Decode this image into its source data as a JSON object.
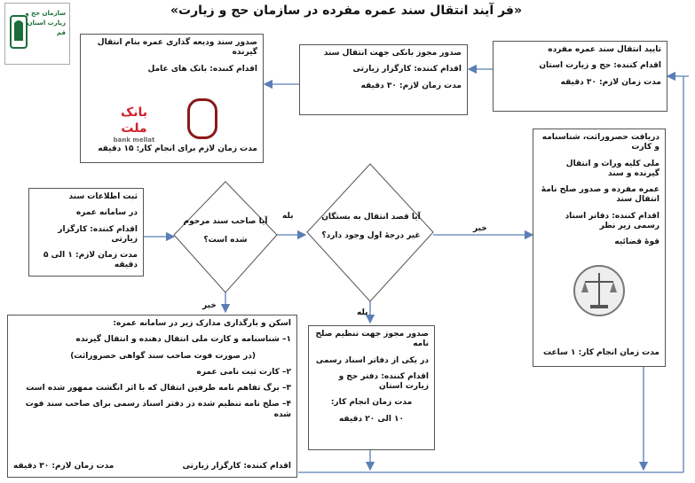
{
  "title": "«فر آیند انتقال سند عمره مفرده در سازمان حج و زیارت»",
  "logo": {
    "text": "سازمان حج و زیارت استان قم"
  },
  "boxes": {
    "confirm": {
      "title": "تایید انتقال سند عمره مفرده",
      "actor": "اقدام کننده: حج و زیارت استان",
      "time": "مدت زمان لازم: ۳۰ دقیقه"
    },
    "bank_permit": {
      "title": "صدور مجوز بانکی جهت انتقال سند",
      "actor": "اقدام کننده: کارگزار زیارتی",
      "time": "مدت زمان لازم: ۳۰ دقیقه"
    },
    "deposit": {
      "title": "صدور سند ودیعه گذاری عمره بنام انتقال گیرنده",
      "actor": "اقدام کننده: بانک های عامل",
      "time": "مدت زمان لازم برای انجام کار: ۱۵ دقیقه"
    },
    "register": {
      "line1": "ثبت اطلاعات سند",
      "line2": "در سامانه عمره",
      "actor": "اقدام کننده: کارگزار زیارتی",
      "time": "مدت زمان لازم: ۱ الی ۵ دقیقه"
    },
    "receive": {
      "line1": "دریافت حصروراثت، شناسنامه و کارت",
      "line2": "ملی کلیه وراث و انتقال گیرنده و سند",
      "line3": "عمره مفرده و صدور صلح نامهٔ انتقال سند",
      "actor": "اقدام کننده: دفاتر اسناد رسمی زیر نظر",
      "actor2": "قوهٔ قضائیه",
      "time": "مدت زمان انجام کار: ۱ ساعت"
    },
    "peace": {
      "line1": "صدور مجوز جهت تنظیم صلح نامه",
      "line2": "در یکی از دفاتر اسناد رسمی",
      "actor": "اقدام کننده: دفتر حج و زیارت استان",
      "time": "مدت زمان انجام کار:",
      "time2": "۱۰ الی ۲۰ دقیقه"
    },
    "scan": {
      "title": "اسکن و بارگذاری مدارک زیر در سامانه عمره:",
      "items": [
        "۱– شناسنامه و کارت ملی انتقال دهنده و انتقال گیرنده",
        "(در صورت فوت صاحب سند گواهی حصروراثت)",
        "۲– کارت ثبت نامی عمره",
        "۳– برگ تفاهم نامه طرفین انتقال که با اثر انگشت ممهور شده است",
        "۴– صلح نامه تنظیم شده در دفتر اسناد رسمی برای صاحب سند فوت شده"
      ],
      "actor": "اقدام کننده:   کارگزار زیارتی",
      "time": "مدت زمان لازم: ۳۰ دقیقه"
    }
  },
  "decisions": {
    "deceased": {
      "line1": "آیا صاحب سند مرحوم",
      "line2": "شده است؟"
    },
    "relatives": {
      "line1": "آیا قصد انتقال به بستگان",
      "line2": "غیر درجهٔ اول وجود دارد؟"
    }
  },
  "labels": {
    "yes": "بله",
    "no": "خیر"
  },
  "bank": {
    "name_fa": "بانک ملت",
    "name_en": "bank mellat"
  },
  "colors": {
    "line": "#5b7fb5",
    "logo_green": "#1c6d3a",
    "mellat_red": "#d21f2b"
  }
}
